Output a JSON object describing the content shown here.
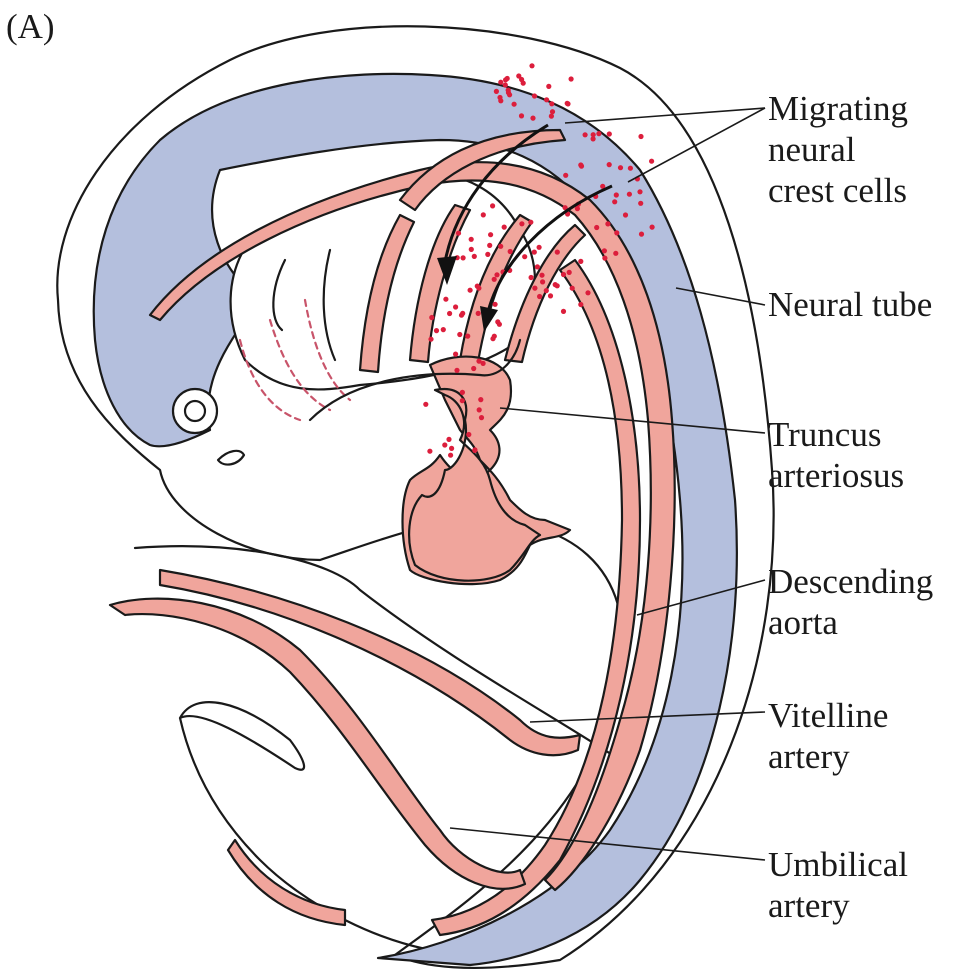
{
  "panel_label": "(A)",
  "labels": {
    "migrating_neural_crest_cells": [
      "Migrating",
      "neural",
      "crest cells"
    ],
    "neural_tube": [
      "Neural tube"
    ],
    "truncus_arteriosus": [
      "Truncus",
      "arteriosus"
    ],
    "descending_aorta": [
      "Descending",
      "aorta"
    ],
    "vitelline_artery": [
      "Vitelline",
      "artery"
    ],
    "umbilical_artery": [
      "Umbilical",
      "artery"
    ]
  },
  "colors": {
    "neural_tube": "#b4bfdd",
    "vessels": "#f0a59c",
    "neural_crest_dots": "#dc1e3c",
    "outline": "#1a1a1a"
  }
}
